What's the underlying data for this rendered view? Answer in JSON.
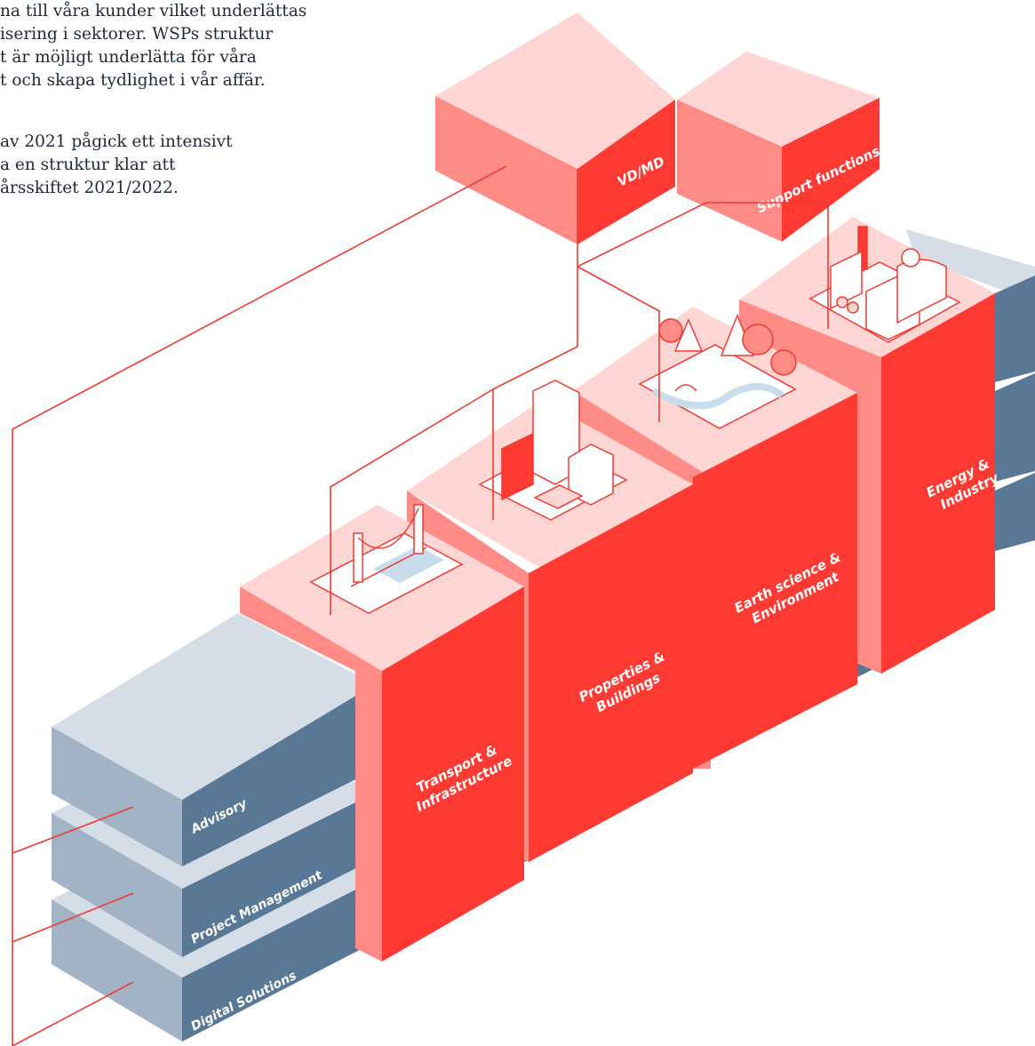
{
  "intro": {
    "paragraph_1": [
      "na till våra kunder vilket underlättas",
      "isering i sektorer. WSPs struktur",
      "t är möjligt underlätta för våra",
      "t och skapa tydlighet i vår affär."
    ],
    "paragraph_2": [
      "av 2021 pågick ett intensivt",
      "a en struktur klar att",
      "årsskiftet 2021/2022."
    ]
  },
  "org": {
    "ceo": "VD/MD",
    "support": "Support functions",
    "sectors": [
      "Transport & Infrastructure",
      "Properties & Buildings",
      "Earth science & Environment",
      "Energy & Industry"
    ],
    "services": [
      "Advisory",
      "Project Management",
      "Digital Solutions"
    ]
  },
  "colors": {
    "red": "#ff3a33",
    "red_mid": "#ff8b86",
    "red_light": "#ffc9c6",
    "red_top": "#ffd6d3",
    "slate": "#587896",
    "slate_side": "#a2b3c6",
    "slate_top": "#d5dde7",
    "line": "#ef3b33"
  }
}
